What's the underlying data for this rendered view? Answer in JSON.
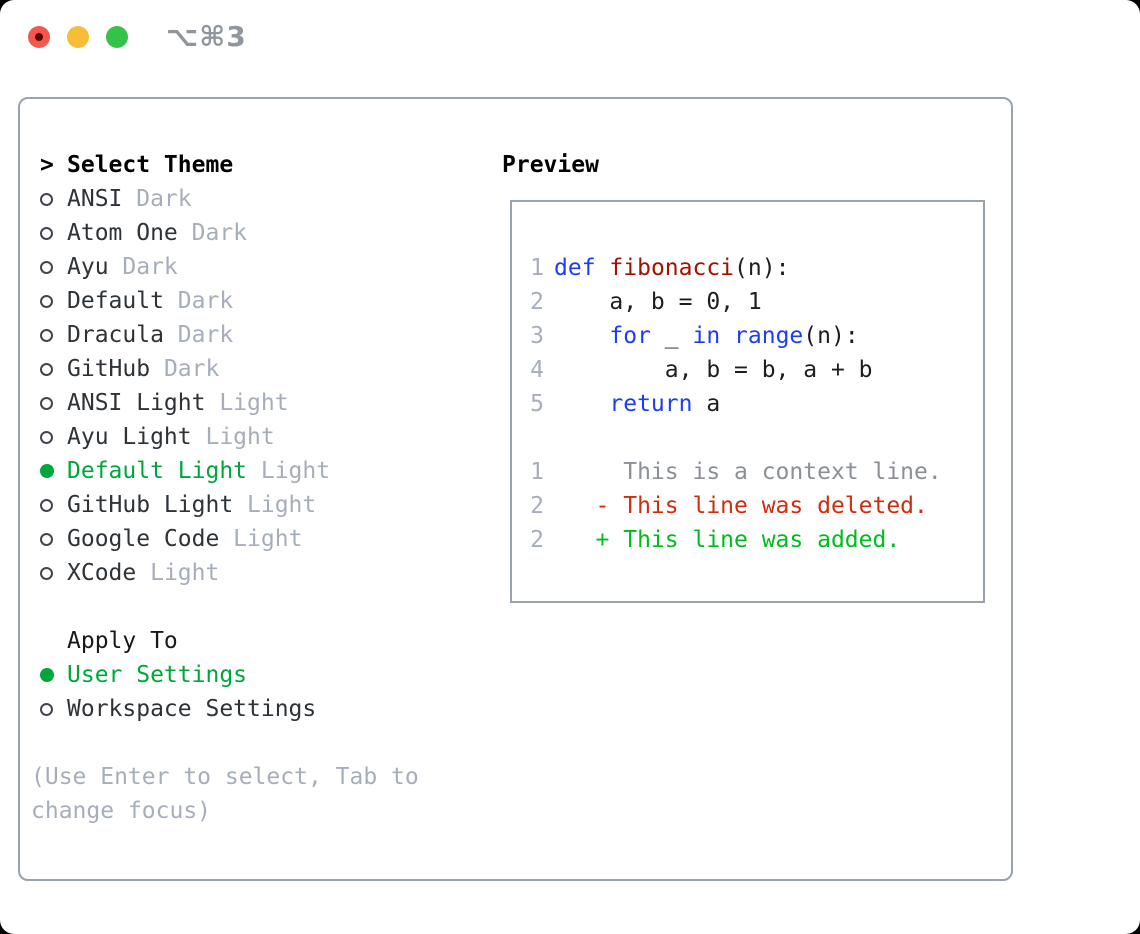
{
  "window": {
    "shortcut_label": "⌥⌘3",
    "traffic_lights": [
      {
        "name": "close-button",
        "color": "#f4574d",
        "has_unsaved_dot": true
      },
      {
        "name": "minimize-button",
        "color": "#f8bd36"
      },
      {
        "name": "zoom-button",
        "color": "#35c24b"
      }
    ]
  },
  "theme_picker": {
    "marker": ">",
    "title": "Select Theme",
    "items": [
      {
        "label": "ANSI",
        "variant": "Dark",
        "selected": false
      },
      {
        "label": "Atom One",
        "variant": "Dark",
        "selected": false
      },
      {
        "label": "Ayu",
        "variant": "Dark",
        "selected": false
      },
      {
        "label": "Default",
        "variant": "Dark",
        "selected": false
      },
      {
        "label": "Dracula",
        "variant": "Dark",
        "selected": false
      },
      {
        "label": "GitHub",
        "variant": "Dark",
        "selected": false
      },
      {
        "label": "ANSI Light",
        "variant": "Light",
        "selected": false
      },
      {
        "label": "Ayu Light",
        "variant": "Light",
        "selected": false
      },
      {
        "label": "Default Light",
        "variant": "Light",
        "selected": true
      },
      {
        "label": "GitHub Light",
        "variant": "Light",
        "selected": false
      },
      {
        "label": "Google Code",
        "variant": "Light",
        "selected": false
      },
      {
        "label": "XCode",
        "variant": "Light",
        "selected": false
      }
    ]
  },
  "apply_to": {
    "title": "Apply To",
    "options": [
      {
        "label": "User Settings",
        "selected": true
      },
      {
        "label": "Workspace Settings",
        "selected": false
      }
    ]
  },
  "hint": {
    "line1": "(Use Enter to select, Tab to",
    "line2": "change focus)"
  },
  "preview": {
    "title": "Preview",
    "code_lines": [
      {
        "num": "1",
        "tokens": [
          {
            "t": "def",
            "c": "kw"
          },
          {
            "t": " ",
            "c": "pl"
          },
          {
            "t": "fibonacci",
            "c": "fn"
          },
          {
            "t": "(n):",
            "c": "pl"
          }
        ]
      },
      {
        "num": "2",
        "tokens": [
          {
            "t": "    a, b = 0, 1",
            "c": "pl"
          }
        ]
      },
      {
        "num": "3",
        "tokens": [
          {
            "t": "    ",
            "c": "pl"
          },
          {
            "t": "for",
            "c": "kw"
          },
          {
            "t": " _ ",
            "c": "pl"
          },
          {
            "t": "in",
            "c": "kw"
          },
          {
            "t": " ",
            "c": "pl"
          },
          {
            "t": "range",
            "c": "kw"
          },
          {
            "t": "(n):",
            "c": "pl"
          }
        ]
      },
      {
        "num": "4",
        "tokens": [
          {
            "t": "        a, b = b, a + b",
            "c": "pl"
          }
        ]
      },
      {
        "num": "5",
        "tokens": [
          {
            "t": "    ",
            "c": "pl"
          },
          {
            "t": "return",
            "c": "kw"
          },
          {
            "t": " a",
            "c": "pl"
          }
        ]
      }
    ],
    "diff_lines": [
      {
        "num": "1",
        "kind": "context",
        "text": "     This is a context line."
      },
      {
        "num": "2",
        "kind": "deleted",
        "text": "   - This line was deleted."
      },
      {
        "num": "2",
        "kind": "added",
        "text": "   + This line was added."
      }
    ]
  },
  "colors": {
    "selected_green": "#00a63c",
    "added_green": "#00bd1d",
    "deleted_red": "#d12c0c",
    "keyword_blue": "#1d3df0",
    "function_red": "#a31100",
    "muted_gray": "#a7aebb"
  }
}
